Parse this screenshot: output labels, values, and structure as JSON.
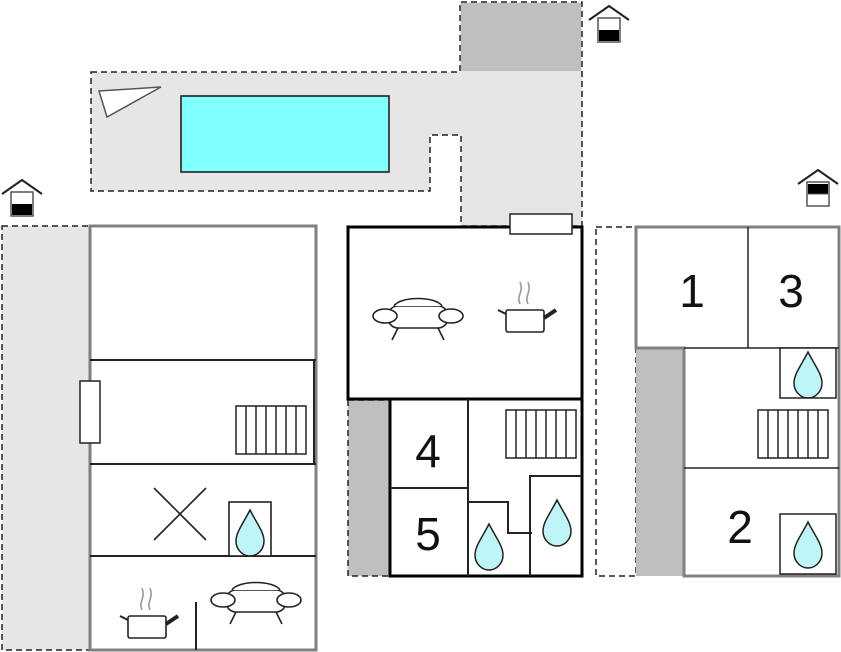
{
  "rooms": {
    "room_1": "1",
    "room_2": "2",
    "room_3": "3",
    "room_4": "4",
    "room_5": "5"
  },
  "icons": {
    "house_marker": "house-floor-indicator-icon",
    "sofa": "sofa-icon",
    "cooking_pot": "cooking-pot-icon",
    "stairs": "stairs-icon",
    "water_drop": "water-drop-icon",
    "bed_cross": "cross-mark-icon",
    "pool": "pool-shape",
    "sun_lounger": "lounger-icon"
  },
  "colors": {
    "wall": "#808080",
    "wall_dark": "#000000",
    "terrace": "#e6e6e6",
    "shade": "#bfbfbf",
    "pool": "#80ffff",
    "water": "#c0f5f8"
  }
}
